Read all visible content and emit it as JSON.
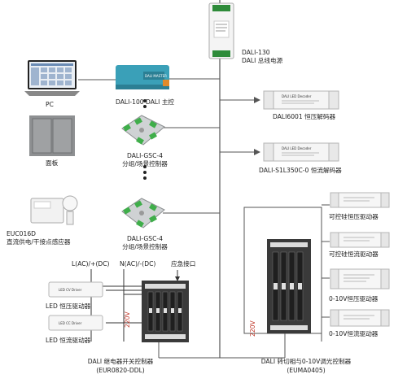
{
  "labels": {
    "pc": "PC",
    "dali100": "DALI-100 DALI 主控",
    "dali130_a": "DALI-130",
    "dali130_b": "DALI 总线电源",
    "panel": "面板",
    "gsc4_a1": "DALI-GSC-4",
    "gsc4_a2": "分组/场景控制器",
    "gsc4_b1": "DALI-GSC-4",
    "gsc4_b2": "分组/场景控制器",
    "euc_a": "EUC016D",
    "euc_b": "直流供电/干接点感应器",
    "dali6001": "DALI6001 恒压解码器",
    "s1l350": "DALI-S1L350C-0 恒流解码器",
    "cv_driver_1": "可控硅恒压驱动器",
    "cc_driver_1": "可控硅恒流驱动器",
    "cv_driver_2": "0-10V恒压驱动器",
    "cc_driver_2": "0-10V恒流驱动器",
    "ac_l": "L(AC)/+(DC)",
    "ac_n": "N(AC)/-(DC)",
    "emergency": "应急接口",
    "led_cv": "LED 恒压驱动器",
    "led_cc": "LED 恒流驱动器",
    "v220_a": "220V",
    "v220_b": "220V",
    "relay_a": "DALI 继电器开关控制器",
    "relay_b": "(EUR0820-DDL)",
    "dim_a": "DALI 转切相与0-10V调光控制器",
    "dim_b": "(EUMA0405)"
  },
  "device_text": {
    "dali100_screen": "DALI MASTER",
    "driver_cv": "LED CV Driver",
    "driver_cc": "LED CC Driver",
    "decoder": "DALI LED Decoder"
  },
  "colors": {
    "bus": "#4a4a4a",
    "ac_wire": "#2b2b2b",
    "module_blue": "#3aa0b8",
    "module_green": "#3fae4a",
    "relay_body": "#333333",
    "voltage_red": "#c0392b"
  }
}
